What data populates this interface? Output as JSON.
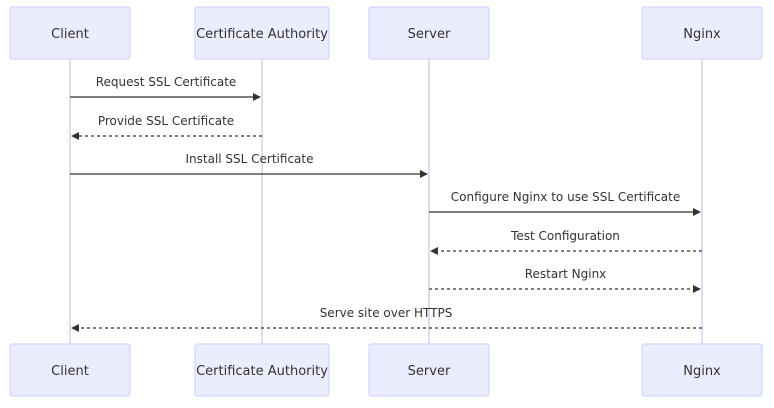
{
  "participants": [
    {
      "id": "client",
      "label": "Client"
    },
    {
      "id": "ca",
      "label": "Certificate Authority"
    },
    {
      "id": "server",
      "label": "Server"
    },
    {
      "id": "nginx",
      "label": "Nginx"
    }
  ],
  "messages": [
    {
      "from": "client",
      "to": "ca",
      "label": "Request SSL Certificate",
      "style": "solid"
    },
    {
      "from": "ca",
      "to": "client",
      "label": "Provide SSL Certificate",
      "style": "dashed"
    },
    {
      "from": "client",
      "to": "server",
      "label": "Install SSL Certificate",
      "style": "solid"
    },
    {
      "from": "server",
      "to": "nginx",
      "label": "Configure Nginx to use SSL Certificate",
      "style": "solid"
    },
    {
      "from": "nginx",
      "to": "server",
      "label": "Test Configuration",
      "style": "dashed"
    },
    {
      "from": "server",
      "to": "nginx",
      "label": "Restart Nginx",
      "style": "dashed"
    },
    {
      "from": "nginx",
      "to": "client",
      "label": "Serve site over HTTPS",
      "style": "dashed"
    }
  ],
  "colors": {
    "actor_fill": "#ececff",
    "actor_stroke": "#cccfff",
    "lifeline": "#d4d0ee",
    "text": "#333333"
  }
}
